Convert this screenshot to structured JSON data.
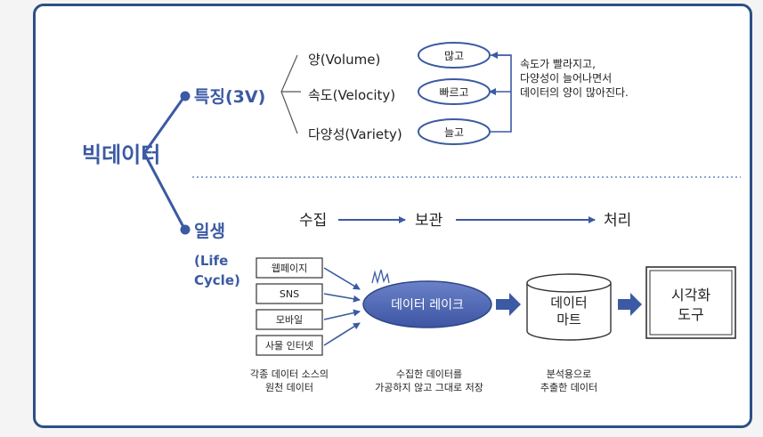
{
  "root": "빅데이터",
  "features": {
    "heading": "특징(3V)",
    "items": [
      "양(Volume)",
      "속도(Velocity)",
      "다양성(Variety)"
    ],
    "ovals": [
      "많고",
      "빠르고",
      "늘고"
    ],
    "note": [
      "속도가 빨라지고,",
      "다양성이 늘어나면서",
      "데이터의 양이 많아진다."
    ]
  },
  "lifecycle": {
    "heading_lines": [
      "일생",
      "(Life",
      "Cycle)"
    ],
    "stages": [
      "수집",
      "보관",
      "처리"
    ],
    "sources": [
      "웹페이지",
      "SNS",
      "모바일",
      "사물 인터넷"
    ],
    "lake": "데이터 레이크",
    "mart_lines": [
      "데이터",
      "마트"
    ],
    "viz_lines": [
      "시각화",
      "도구"
    ],
    "captions": {
      "sources": [
        "각종 데이터 소스의",
        "원천 데이터"
      ],
      "lake": [
        "수집한 데이터를",
        "가공하지 않고 그대로 저장"
      ],
      "mart": [
        "분석용으로",
        "추출한 데이터"
      ]
    }
  },
  "colors": {
    "accent": "#3b5aa3",
    "border": "#2d4f86",
    "lake_fill": "#4a63b3"
  }
}
